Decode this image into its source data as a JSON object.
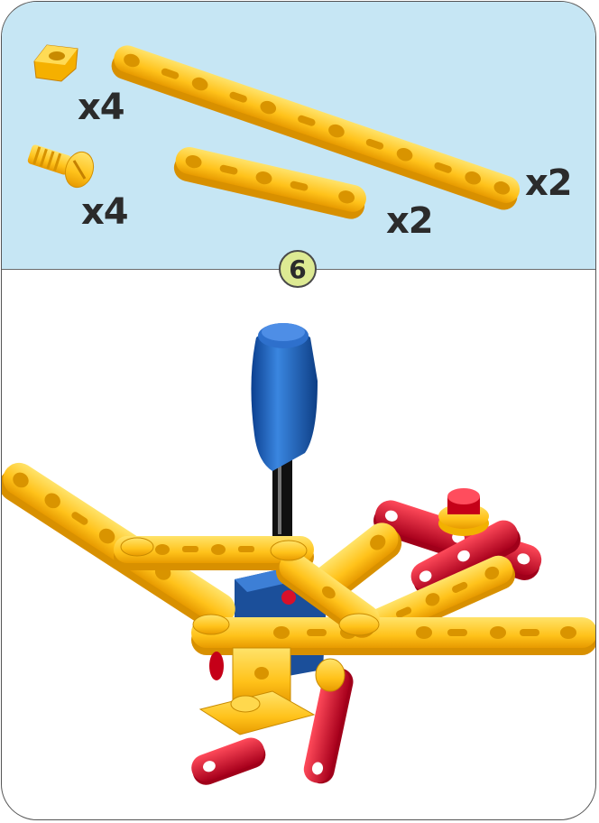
{
  "step": {
    "number": "6"
  },
  "parts": [
    {
      "name": "square-nut",
      "quantity": "x4"
    },
    {
      "name": "screw",
      "quantity": "x4"
    },
    {
      "name": "long-strip",
      "quantity": "x2"
    },
    {
      "name": "short-strip",
      "quantity": "x2"
    }
  ],
  "colors": {
    "panel_bg": "#c6e6f4",
    "part_yellow": "#ffc21a",
    "part_red": "#d8102a",
    "handle_blue": "#1f5fb8",
    "badge": "#ddea93"
  }
}
